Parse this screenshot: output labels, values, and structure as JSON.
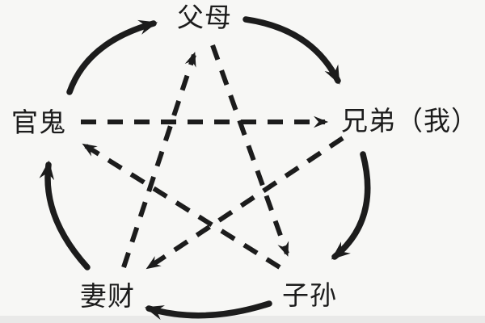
{
  "diagram": {
    "description": "six-relatives five-element cycle pentagram",
    "colors": {
      "ink": "#1c1c1c",
      "background": "#f7f7f5",
      "bottom_strip": "#e9e9e8"
    },
    "nodes": [
      {
        "id": "fumu",
        "label": "父母",
        "position": "top"
      },
      {
        "id": "xiongdi",
        "label": "兄弟（我）",
        "position": "right"
      },
      {
        "id": "zisun",
        "label": "子孙",
        "position": "bottom-right"
      },
      {
        "id": "qicai",
        "label": "妻财",
        "position": "bottom-left"
      },
      {
        "id": "guangui",
        "label": "官鬼",
        "position": "left"
      }
    ],
    "outer_cycle_solid_arrows": [
      {
        "from": "guangui",
        "to": "fumu"
      },
      {
        "from": "fumu",
        "to": "xiongdi"
      },
      {
        "from": "xiongdi",
        "to": "zisun"
      },
      {
        "from": "zisun",
        "to": "qicai"
      },
      {
        "from": "qicai",
        "to": "guangui"
      }
    ],
    "inner_pentagram_dashed_arrows": [
      {
        "from": "guangui",
        "to": "xiongdi"
      },
      {
        "from": "xiongdi",
        "to": "qicai"
      },
      {
        "from": "qicai",
        "to": "fumu"
      },
      {
        "from": "fumu",
        "to": "zisun"
      },
      {
        "from": "zisun",
        "to": "guangui"
      }
    ]
  }
}
